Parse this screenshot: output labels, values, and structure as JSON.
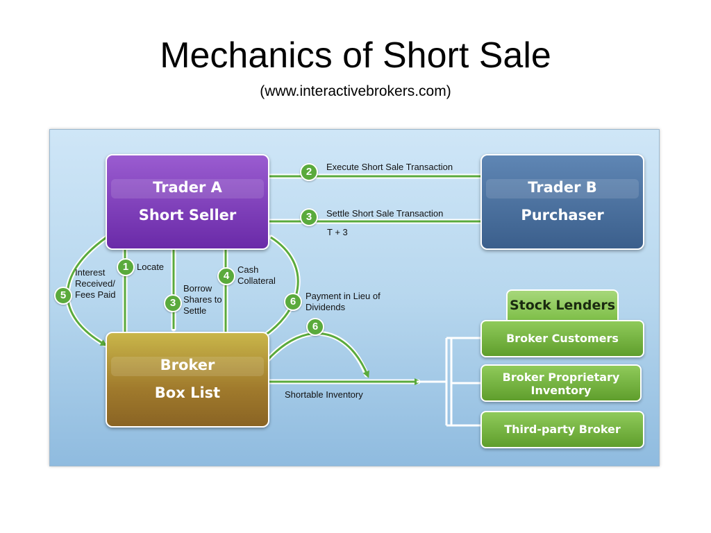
{
  "slide": {
    "title": "Mechanics of Short Sale",
    "subtitle": "(www.interactivebrokers.com)"
  },
  "colors": {
    "trader_a": "#7b3fbd",
    "trader_b": "#4a6fa0",
    "broker": "#a88530",
    "lenders": "#6fb33d",
    "arrow": "#5aaa3c",
    "panel": "#b7d7ee"
  },
  "diagram": {
    "trader_a": {
      "line1": "Trader A",
      "line2": "Short Seller"
    },
    "trader_b": {
      "line1": "Trader B",
      "line2": "Purchaser"
    },
    "broker": {
      "line1": "Broker",
      "line2": "Box List"
    },
    "stock_lenders": {
      "title": "Stock Lenders",
      "items": [
        "Broker Customers",
        "Broker Proprietary Inventory",
        "Third-party Broker"
      ]
    },
    "steps": {
      "execute": {
        "num": "2",
        "label": "Execute Short Sale Transaction"
      },
      "settle": {
        "num": "3",
        "label": "Settle Short Sale Transaction",
        "sub": "T + 3"
      },
      "locate": {
        "num": "1",
        "label": "Locate"
      },
      "borrow": {
        "num": "3",
        "label": "Borrow Shares to Settle"
      },
      "cash": {
        "num": "4",
        "label": "Cash Collateral"
      },
      "interest": {
        "num": "5",
        "label": "Interest Received/ Fees Paid"
      },
      "payment": {
        "num": "6",
        "label": "Payment in Lieu of Dividends"
      },
      "payment_lender": {
        "num": "6"
      },
      "inventory": {
        "label": "Shortable Inventory"
      }
    }
  }
}
